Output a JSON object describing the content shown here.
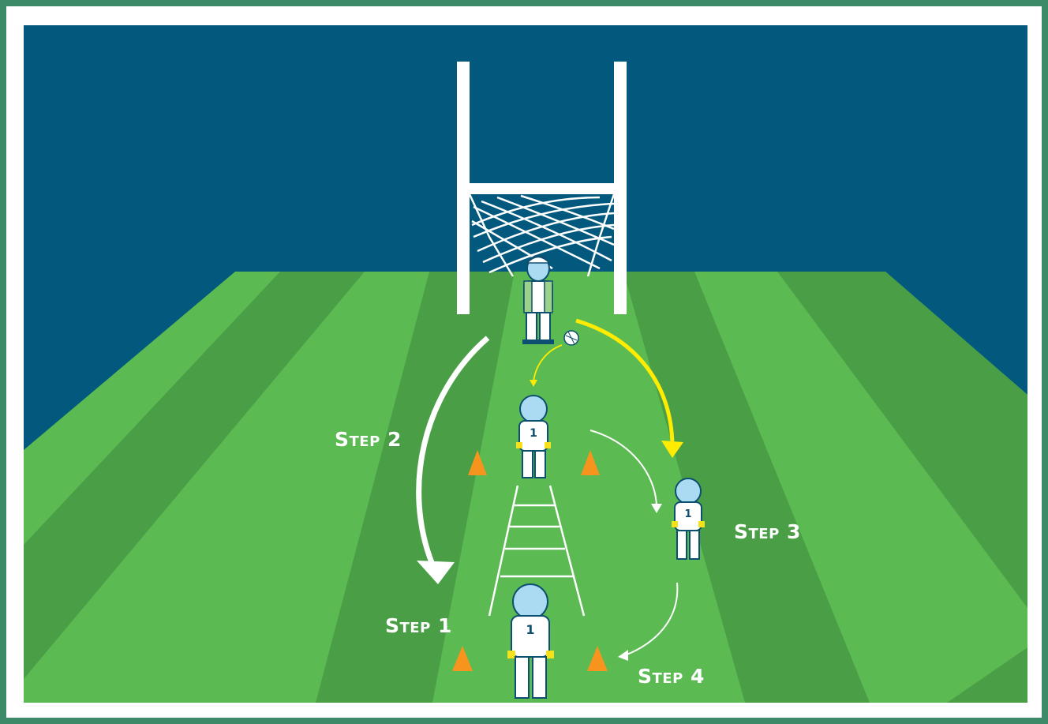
{
  "colors": {
    "sky": "#02597d",
    "grass_light": "#5bbb52",
    "grass_dark": "#4a9f46",
    "border": "#3c8a68",
    "cone": "#f7941d",
    "ball_arrow": "#ffec00",
    "path_arrow": "#ffffff",
    "player_skin": "#aadbf2",
    "player_outline": "#0d4f70",
    "glove": "#f5e11a"
  },
  "steps": {
    "step_1": "Step 1",
    "step_2": "Step 2",
    "step_3": "Step 3",
    "step_4": "Step 4"
  },
  "jersey_number": "1"
}
